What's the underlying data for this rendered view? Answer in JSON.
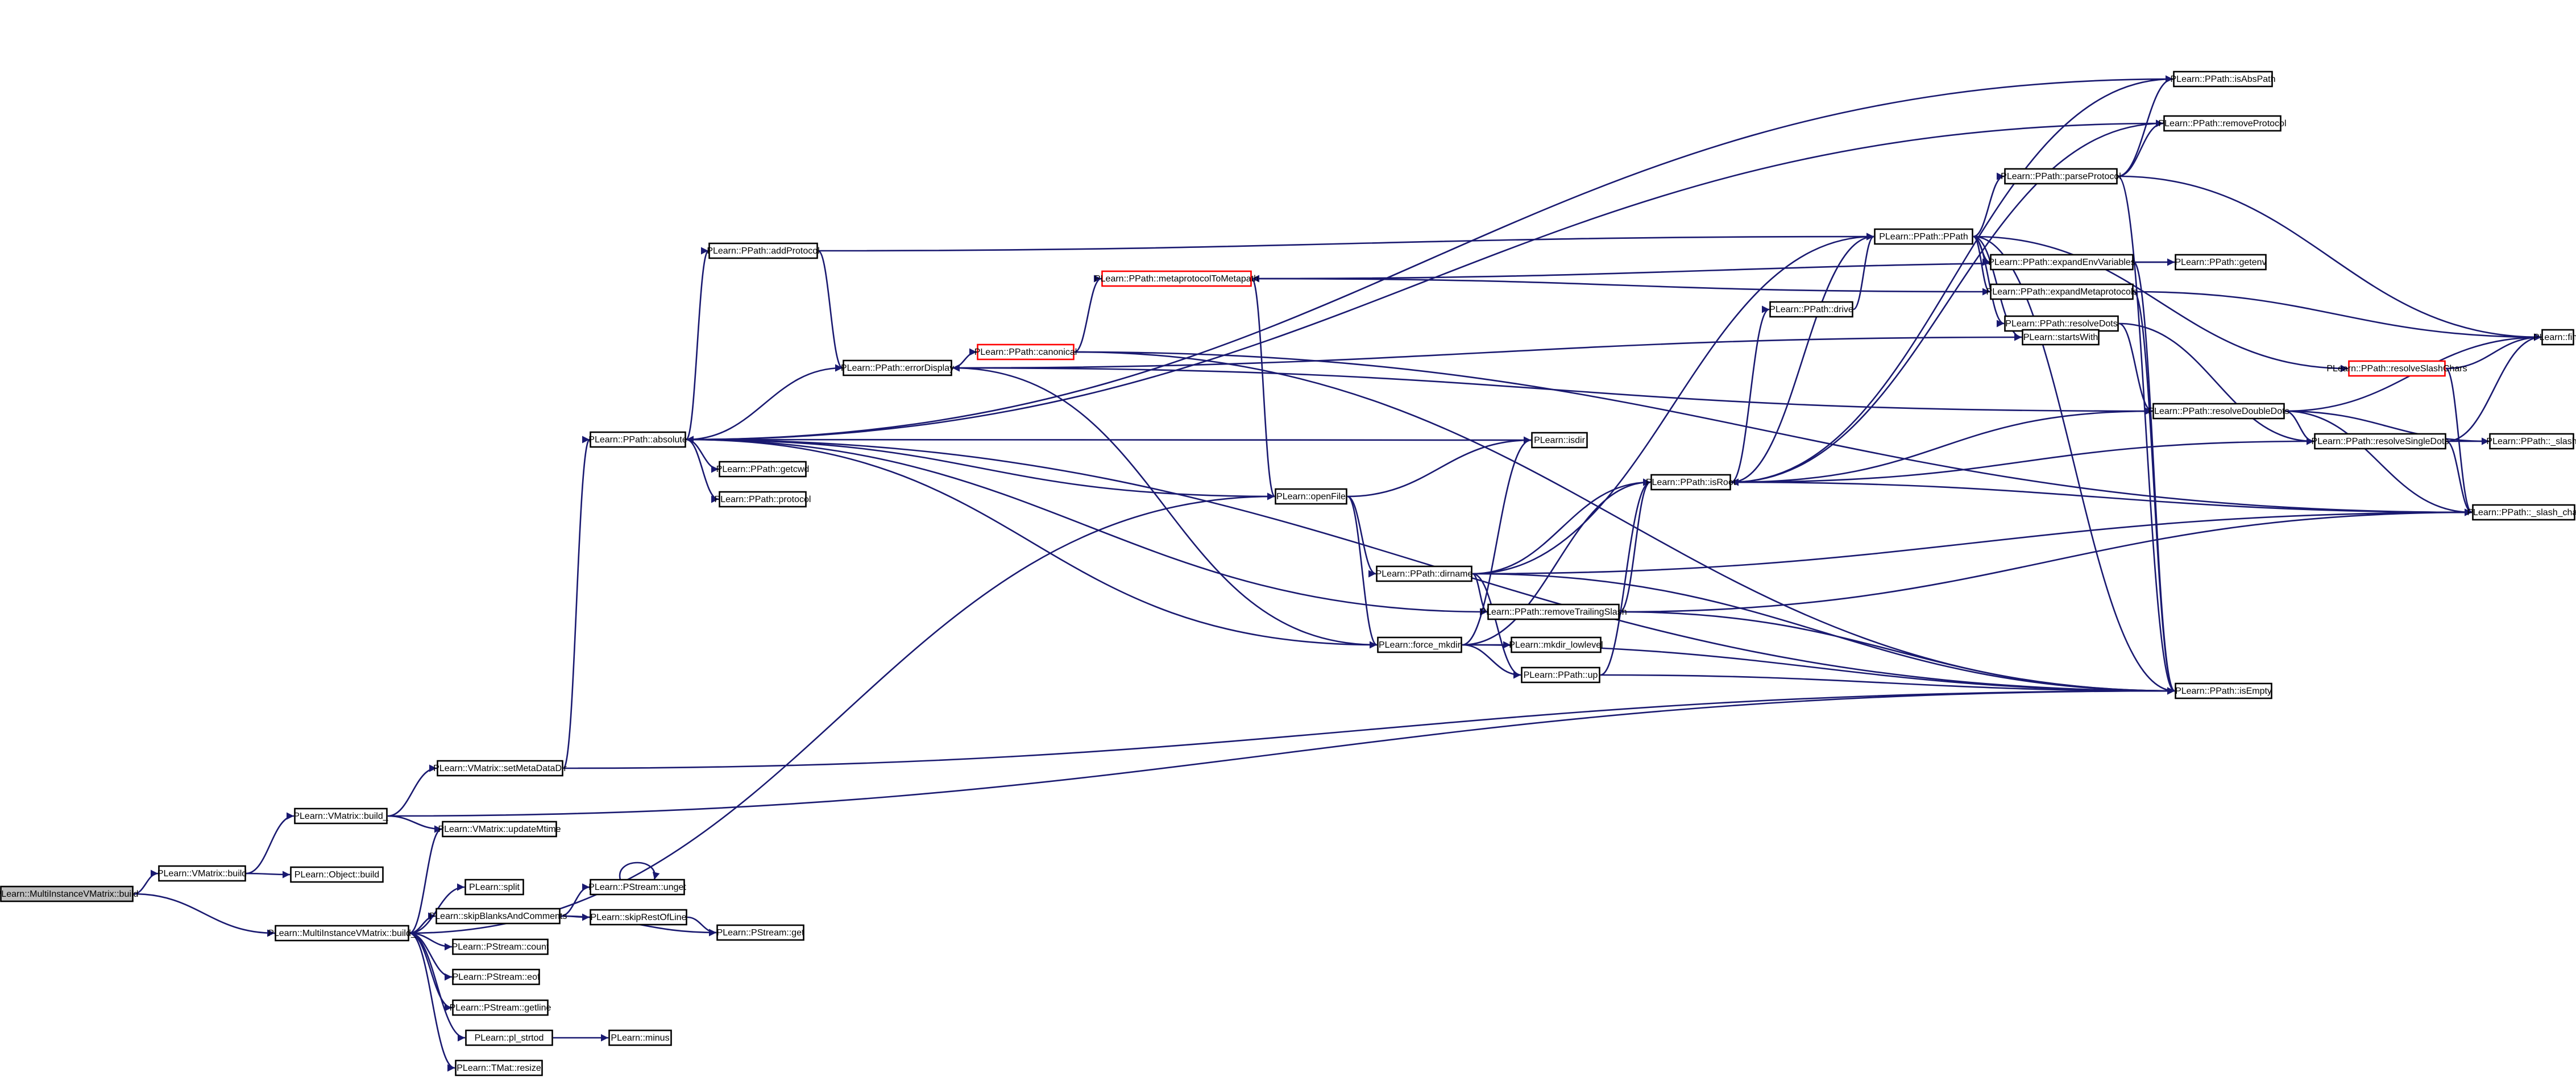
{
  "nodes": [
    {
      "id": "root",
      "label": "PLearn::MultiInstanceVMatrix::build",
      "style": "root"
    },
    {
      "id": "vm_build",
      "label": "PLearn::VMatrix::build",
      "style": "normal"
    },
    {
      "id": "vm_build_",
      "label": "PLearn::VMatrix::build_",
      "style": "normal"
    },
    {
      "id": "mi_build_",
      "label": "PLearn::MultiInstanceVMatrix::build_",
      "style": "normal"
    },
    {
      "id": "set_meta",
      "label": "PLearn::VMatrix::setMetaDataDir",
      "style": "normal"
    },
    {
      "id": "update_mtime",
      "label": "PLearn::VMatrix::updateMtime",
      "style": "normal"
    },
    {
      "id": "obj_build",
      "label": "PLearn::Object::build",
      "style": "normal"
    },
    {
      "id": "split",
      "label": "PLearn::split",
      "style": "normal"
    },
    {
      "id": "skip_blanks",
      "label": "PLearn::skipBlanksAndComments",
      "style": "normal"
    },
    {
      "id": "unget",
      "label": "PLearn::PStream::unget",
      "style": "normal"
    },
    {
      "id": "skip_rest",
      "label": "PLearn::skipRestOfLine",
      "style": "normal"
    },
    {
      "id": "pget",
      "label": "PLearn::PStream::get",
      "style": "normal"
    },
    {
      "id": "count",
      "label": "PLearn::PStream::count",
      "style": "normal"
    },
    {
      "id": "eof",
      "label": "PLearn::PStream::eof",
      "style": "normal"
    },
    {
      "id": "getline",
      "label": "PLearn::PStream::getline",
      "style": "normal"
    },
    {
      "id": "strtod",
      "label": "PLearn::pl_strtod",
      "style": "normal"
    },
    {
      "id": "minus",
      "label": "PLearn::minus",
      "style": "normal"
    },
    {
      "id": "resize",
      "label": "PLearn::TMat::resize",
      "style": "normal"
    },
    {
      "id": "absolute",
      "label": "PLearn::PPath::absolute",
      "style": "normal"
    },
    {
      "id": "addprotocol",
      "label": "PLearn::PPath::addProtocol",
      "style": "normal"
    },
    {
      "id": "errordisplay",
      "label": "PLearn::PPath::errorDisplay",
      "style": "normal"
    },
    {
      "id": "getcwd",
      "label": "PLearn::PPath::getcwd",
      "style": "normal"
    },
    {
      "id": "protocol",
      "label": "PLearn::PPath::protocol",
      "style": "normal"
    },
    {
      "id": "canonical",
      "label": "PLearn::PPath::canonical",
      "style": "red"
    },
    {
      "id": "metaproto",
      "label": "PLearn::PPath::metaprotocolToMetapath",
      "style": "red"
    },
    {
      "id": "openfile",
      "label": "PLearn::openFile",
      "style": "normal"
    },
    {
      "id": "dirname",
      "label": "PLearn::PPath::dirname",
      "style": "normal"
    },
    {
      "id": "force_mkdir",
      "label": "PLearn::force_mkdir",
      "style": "normal"
    },
    {
      "id": "isdir",
      "label": "PLearn::isdir",
      "style": "normal"
    },
    {
      "id": "remove_trailing",
      "label": "PLearn::PPath::removeTrailingSlash",
      "style": "normal"
    },
    {
      "id": "mkdir_lowlevel",
      "label": "PLearn::mkdir_lowlevel",
      "style": "normal"
    },
    {
      "id": "up",
      "label": "PLearn::PPath::up",
      "style": "normal"
    },
    {
      "id": "isroot",
      "label": "PLearn::PPath::isRoot",
      "style": "normal"
    },
    {
      "id": "drive",
      "label": "PLearn::PPath::drive",
      "style": "normal"
    },
    {
      "id": "ppath",
      "label": "PLearn::PPath::PPath",
      "style": "normal"
    },
    {
      "id": "isabspath",
      "label": "PLearn::PPath::isAbsPath",
      "style": "normal"
    },
    {
      "id": "removeprotocol",
      "label": "PLearn::PPath::removeProtocol",
      "style": "normal"
    },
    {
      "id": "parseprotocol",
      "label": "PLearn::PPath::parseProtocol",
      "style": "normal"
    },
    {
      "id": "expandenv",
      "label": "PLearn::PPath::expandEnvVariables",
      "style": "normal"
    },
    {
      "id": "getenv",
      "label": "PLearn::PPath::getenv",
      "style": "normal"
    },
    {
      "id": "expandmeta",
      "label": "PLearn::PPath::expandMetaprotocols",
      "style": "normal"
    },
    {
      "id": "resolvedots",
      "label": "PLearn::PPath::resolveDots",
      "style": "normal"
    },
    {
      "id": "startswith",
      "label": "PLearn::startsWith",
      "style": "normal"
    },
    {
      "id": "find",
      "label": "PLearn::find",
      "style": "normal"
    },
    {
      "id": "resolveslash",
      "label": "PLearn::PPath::resolveSlashChars",
      "style": "red"
    },
    {
      "id": "resolvedouble",
      "label": "PLearn::PPath::resolveDoubleDots",
      "style": "normal"
    },
    {
      "id": "resolvesingle",
      "label": "PLearn::PPath::resolveSingleDots",
      "style": "normal"
    },
    {
      "id": "slash",
      "label": "PLearn::PPath::_slash",
      "style": "normal"
    },
    {
      "id": "slashchar",
      "label": "PLearn::PPath::_slash_char",
      "style": "normal"
    },
    {
      "id": "isempty",
      "label": "PLearn::PPath::isEmpty",
      "style": "normal"
    }
  ],
  "edges": [
    [
      "root",
      "vm_build"
    ],
    [
      "root",
      "mi_build_"
    ],
    [
      "vm_build",
      "vm_build_"
    ],
    [
      "vm_build",
      "obj_build"
    ],
    [
      "vm_build_",
      "set_meta"
    ],
    [
      "vm_build_",
      "update_mtime"
    ],
    [
      "vm_build_",
      "isempty"
    ],
    [
      "set_meta",
      "absolute"
    ],
    [
      "set_meta",
      "isempty"
    ],
    [
      "mi_build_",
      "update_mtime"
    ],
    [
      "mi_build_",
      "openfile"
    ],
    [
      "mi_build_",
      "split"
    ],
    [
      "mi_build_",
      "skip_blanks"
    ],
    [
      "mi_build_",
      "count"
    ],
    [
      "mi_build_",
      "eof"
    ],
    [
      "mi_build_",
      "getline"
    ],
    [
      "mi_build_",
      "strtod"
    ],
    [
      "mi_build_",
      "resize"
    ],
    [
      "skip_blanks",
      "unget"
    ],
    [
      "skip_blanks",
      "skip_rest"
    ],
    [
      "skip_blanks",
      "pget"
    ],
    [
      "skip_rest",
      "pget"
    ],
    [
      "unget",
      "unget"
    ],
    [
      "strtod",
      "minus"
    ],
    [
      "absolute",
      "addprotocol"
    ],
    [
      "absolute",
      "errordisplay"
    ],
    [
      "absolute",
      "getcwd"
    ],
    [
      "absolute",
      "protocol"
    ],
    [
      "absolute",
      "isabspath"
    ],
    [
      "absolute",
      "removeprotocol"
    ],
    [
      "absolute",
      "isempty"
    ],
    [
      "absolute",
      "remove_trailing"
    ],
    [
      "addprotocol",
      "errordisplay"
    ],
    [
      "addprotocol",
      "ppath"
    ],
    [
      "errordisplay",
      "canonical"
    ],
    [
      "errordisplay",
      "startswith"
    ],
    [
      "canonical",
      "metaproto"
    ],
    [
      "canonical",
      "slashchar"
    ],
    [
      "canonical",
      "isempty"
    ],
    [
      "metaproto",
      "openfile"
    ],
    [
      "metaproto",
      "getenv"
    ],
    [
      "openfile",
      "absolute"
    ],
    [
      "openfile",
      "isdir"
    ],
    [
      "openfile",
      "dirname"
    ],
    [
      "openfile",
      "force_mkdir"
    ],
    [
      "dirname",
      "isroot"
    ],
    [
      "dirname",
      "remove_trailing"
    ],
    [
      "dirname",
      "up"
    ],
    [
      "dirname",
      "ppath"
    ],
    [
      "dirname",
      "slashchar"
    ],
    [
      "dirname",
      "isempty"
    ],
    [
      "force_mkdir",
      "absolute"
    ],
    [
      "force_mkdir",
      "isdir"
    ],
    [
      "force_mkdir",
      "mkdir_lowlevel"
    ],
    [
      "force_mkdir",
      "up"
    ],
    [
      "force_mkdir",
      "isroot"
    ],
    [
      "force_mkdir",
      "errordisplay"
    ],
    [
      "force_mkdir",
      "isempty"
    ],
    [
      "isdir",
      "absolute"
    ],
    [
      "remove_trailing",
      "isroot"
    ],
    [
      "remove_trailing",
      "slashchar"
    ],
    [
      "remove_trailing",
      "isempty"
    ],
    [
      "up",
      "isroot"
    ],
    [
      "up",
      "isempty"
    ],
    [
      "isroot",
      "drive"
    ],
    [
      "isroot",
      "isabspath"
    ],
    [
      "isroot",
      "removeprotocol"
    ],
    [
      "isroot",
      "ppath"
    ],
    [
      "isroot",
      "slashchar"
    ],
    [
      "drive",
      "ppath"
    ],
    [
      "ppath",
      "parseprotocol"
    ],
    [
      "ppath",
      "expandenv"
    ],
    [
      "ppath",
      "expandmeta"
    ],
    [
      "ppath",
      "resolvedots"
    ],
    [
      "ppath",
      "resolveslash"
    ],
    [
      "ppath",
      "startswith"
    ],
    [
      "ppath",
      "isempty"
    ],
    [
      "parseprotocol",
      "isabspath"
    ],
    [
      "parseprotocol",
      "removeprotocol"
    ],
    [
      "parseprotocol",
      "find"
    ],
    [
      "parseprotocol",
      "isempty"
    ],
    [
      "expandenv",
      "getenv"
    ],
    [
      "expandenv",
      "isempty"
    ],
    [
      "expandmeta",
      "metaproto"
    ],
    [
      "expandmeta",
      "find"
    ],
    [
      "expandmeta",
      "isempty"
    ],
    [
      "resolvedots",
      "resolvedouble"
    ],
    [
      "resolvedots",
      "resolvesingle"
    ],
    [
      "resolveslash",
      "find"
    ],
    [
      "resolveslash",
      "slashchar"
    ],
    [
      "resolvedouble",
      "isroot"
    ],
    [
      "resolvedouble",
      "find"
    ],
    [
      "resolvedouble",
      "resolvesingle"
    ],
    [
      "resolvedouble",
      "slash"
    ],
    [
      "resolvedouble",
      "slashchar"
    ],
    [
      "resolvedouble",
      "errordisplay"
    ],
    [
      "resolvesingle",
      "isroot"
    ],
    [
      "resolvesingle",
      "find"
    ],
    [
      "resolvesingle",
      "slash"
    ],
    [
      "resolvesingle",
      "slashchar"
    ]
  ]
}
